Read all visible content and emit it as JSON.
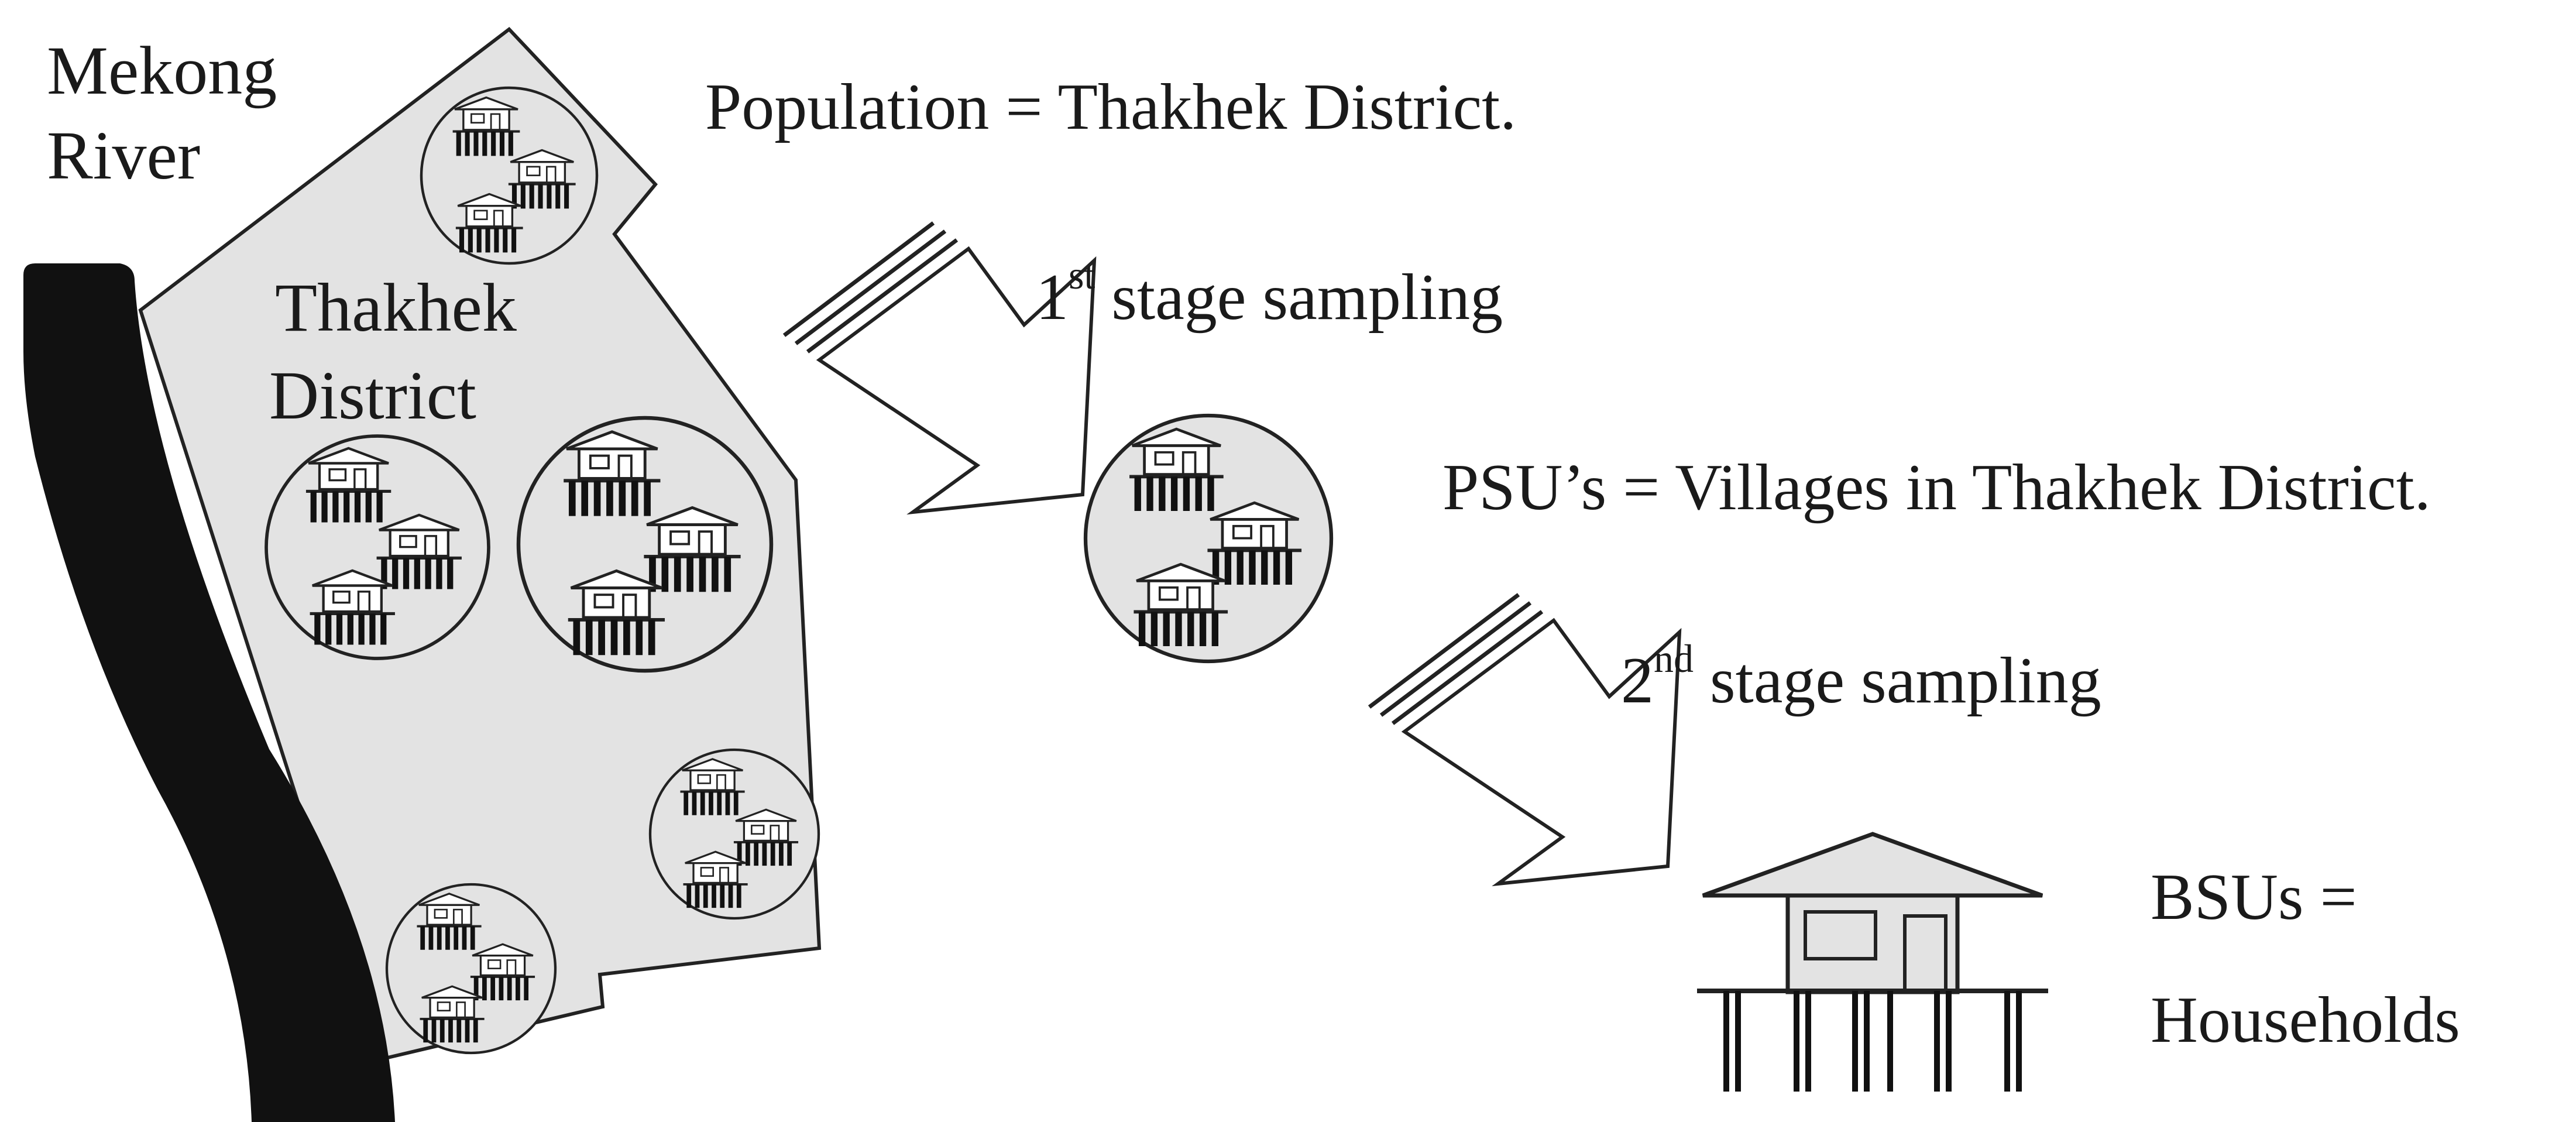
{
  "labels": {
    "river_line1": "Mekong",
    "river_line2": "River",
    "district_line1": "Thakhek",
    "district_line2": "District",
    "population": "Population = Thakhek District.",
    "stage1_num": "1",
    "stage1_sup": "st",
    "stage1_text": " stage sampling",
    "psu": "PSU’s = Villages in Thakhek District.",
    "stage2_num": "2",
    "stage2_sup": "nd",
    "stage2_text": " stage sampling",
    "bsu_line1": "BSUs =",
    "bsu_line2": "Households"
  },
  "colors": {
    "district_fill": "#e3e3e3",
    "river": "#111111",
    "stroke": "#222222"
  },
  "icons": {
    "village": "village-icon",
    "house": "stilt-house-icon",
    "arrow": "sampling-arrow-icon"
  }
}
